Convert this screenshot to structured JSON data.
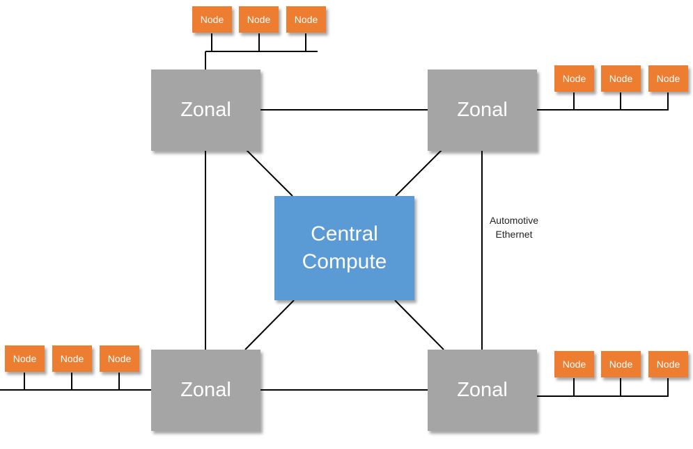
{
  "colors": {
    "zonal": "#a5a5a5",
    "central": "#5b9bd5",
    "node": "#ed7d31",
    "line": "#000000"
  },
  "central": {
    "line1": "Central",
    "line2": "Compute"
  },
  "zonals": [
    {
      "label": "Zonal"
    },
    {
      "label": "Zonal"
    },
    {
      "label": "Zonal"
    },
    {
      "label": "Zonal"
    }
  ],
  "node_groups": [
    {
      "nodes": [
        "Node",
        "Node",
        "Node"
      ]
    },
    {
      "nodes": [
        "Node",
        "Node",
        "Node"
      ]
    },
    {
      "nodes": [
        "Node",
        "Node",
        "Node"
      ]
    },
    {
      "nodes": [
        "Node",
        "Node",
        "Node"
      ]
    }
  ],
  "link_label": {
    "line1": "Automotive",
    "line2": "Ethernet"
  }
}
